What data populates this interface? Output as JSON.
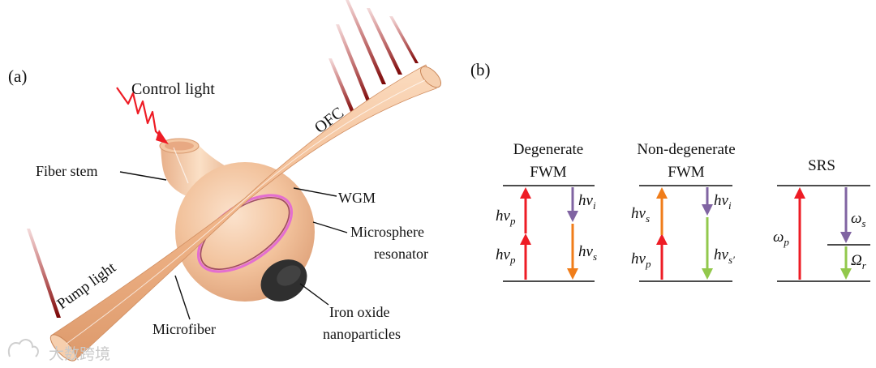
{
  "panel_a": {
    "label": "(a)",
    "control_light": "Control light",
    "ofc": "OFC",
    "fiber_stem": "Fiber stem",
    "wgm": "WGM",
    "microsphere_1": "Microsphere",
    "microsphere_2": "resonator",
    "pump_light": "Pump light",
    "microfiber": "Microfiber",
    "iron_1": "Iron oxide",
    "iron_2": "nanoparticles"
  },
  "panel_b": {
    "label": "(b)",
    "degenerate_1": "Degenerate",
    "degenerate_2": "FWM",
    "nondegenerate_1": "Non-degenerate",
    "nondegenerate_2": "FWM",
    "srs": "SRS",
    "hv": "hν",
    "sub_p": "p",
    "sub_i": "i",
    "sub_s": "s",
    "sub_sprime": "s′",
    "omega": "ω",
    "Omega": "Ω",
    "sub_r": "r"
  },
  "colors": {
    "red": "#ee1c25",
    "purple": "#8064a2",
    "orange": "#f07d1a",
    "green": "#92c84c",
    "pink": "#e46fd0",
    "dark_red": "#8b0a0a",
    "fiber": "#f2b98a",
    "sphere": "#f4c6a0"
  },
  "watermark": "大数跨境"
}
